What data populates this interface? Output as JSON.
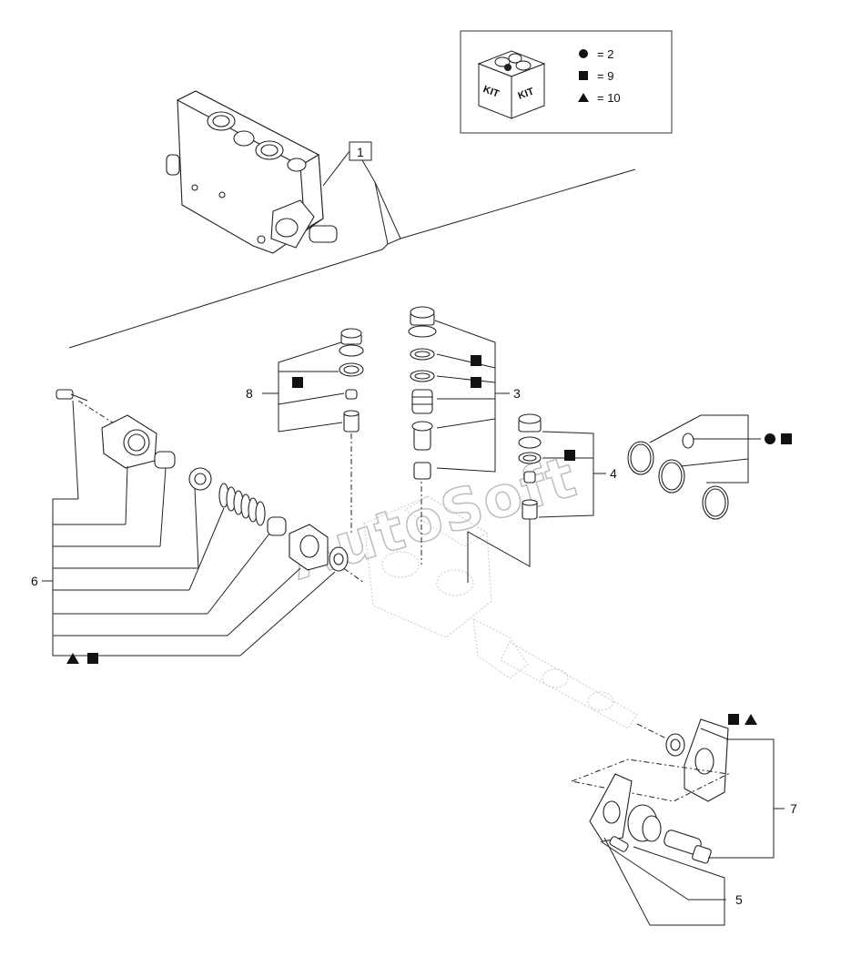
{
  "kit_legend": {
    "icon_text_left": "KIT",
    "icon_text_right": "KIT",
    "rows": [
      {
        "symbol": "circle",
        "text": "= 2"
      },
      {
        "symbol": "square",
        "text": "= 9"
      },
      {
        "symbol": "triangle",
        "text": "= 10"
      }
    ]
  },
  "callouts": {
    "c1": "1",
    "c3": "3",
    "c4": "4",
    "c5": "5",
    "c6": "6",
    "c7": "7",
    "c8": "8"
  },
  "watermark": "AutoSoft"
}
